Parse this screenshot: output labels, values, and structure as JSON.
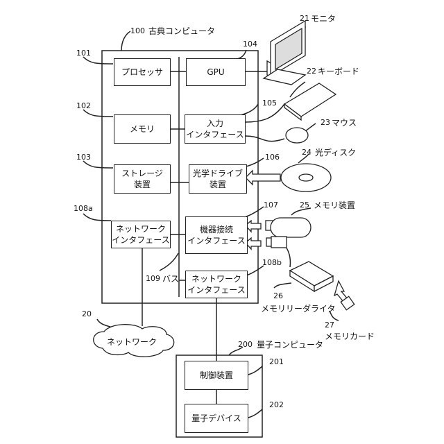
{
  "classical_computer": {
    "ref": "100",
    "label": "古典コンピュータ",
    "processor": {
      "ref": "101",
      "label": "プロセッサ"
    },
    "gpu": {
      "ref": "104",
      "label": "GPU"
    },
    "memory": {
      "ref": "102",
      "label": "メモリ"
    },
    "input_if": {
      "ref": "105",
      "label": "入力\nインタフェース"
    },
    "storage": {
      "ref": "103",
      "label": "ストレージ\n装置"
    },
    "optical_drive": {
      "ref": "106",
      "label": "光学ドライブ\n装置"
    },
    "network_if_a": {
      "ref": "108a",
      "label": "ネットワーク\nインタフェース"
    },
    "device_if": {
      "ref": "107",
      "label": "機器接続\nインタフェース"
    },
    "network_if_b": {
      "ref": "108b",
      "label": "ネットワーク\nインタフェース"
    },
    "bus": {
      "ref": "109",
      "label": "バス"
    }
  },
  "peripherals": {
    "monitor": {
      "ref": "21",
      "label": "モニタ"
    },
    "keyboard": {
      "ref": "22",
      "label": "キーボード"
    },
    "mouse": {
      "ref": "23",
      "label": "マウス"
    },
    "optical_disc": {
      "ref": "24",
      "label": "光ディスク"
    },
    "memory_device": {
      "ref": "25",
      "label": "メモリ装置"
    },
    "memory_reader_writer": {
      "ref": "26",
      "label": "メモリリーダライタ"
    },
    "memory_card": {
      "ref": "27",
      "label": "メモリカード"
    }
  },
  "network": {
    "ref": "20",
    "label": "ネットワーク"
  },
  "quantum_computer": {
    "ref": "200",
    "label": "量子コンピュータ",
    "controller": {
      "ref": "201",
      "label": "制御装置"
    },
    "quantum_device": {
      "ref": "202",
      "label": "量子デバイス"
    }
  }
}
